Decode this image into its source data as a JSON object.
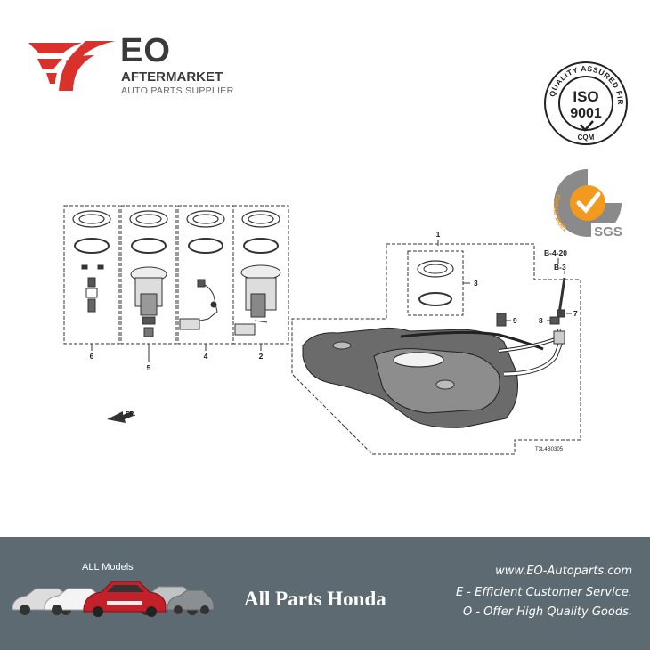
{
  "brand": {
    "name": "EO",
    "line1": "AFTERMARKET",
    "line2": "AUTO PARTS SUPPLIER",
    "primary_color": "#d9312b",
    "text_color": "#3a3a3a"
  },
  "iso_badge": {
    "ring_text": "QUALITY ASSURED FIRM",
    "label_top": "ISO",
    "label_bottom": "9001",
    "sub": "CQM"
  },
  "ohsas_badge": {
    "ring_text": "SYSTEM CERTIFICATION",
    "side_text": "OHSAS 18001",
    "brand": "SGS",
    "accent_color": "#f29a1e"
  },
  "diagram": {
    "callouts": {
      "c1": "1",
      "c2": "2",
      "c3": "3",
      "c4": "4",
      "c5": "5",
      "c6": "6",
      "c7": "7",
      "c8": "8",
      "c9": "9"
    },
    "ref_b420": "B-4-20",
    "ref_b3": "B-3",
    "front_label": "FR.",
    "drawing_code": "T3L4B0305"
  },
  "footer": {
    "all_models": "ALL Models",
    "title": "All Parts Honda",
    "website": "www.EO-Autoparts.com",
    "tagline_e": "E - Efficient Customer Service.",
    "tagline_o": "O - Offer High Quality Goods.",
    "bg_color": "#5e6a72"
  }
}
